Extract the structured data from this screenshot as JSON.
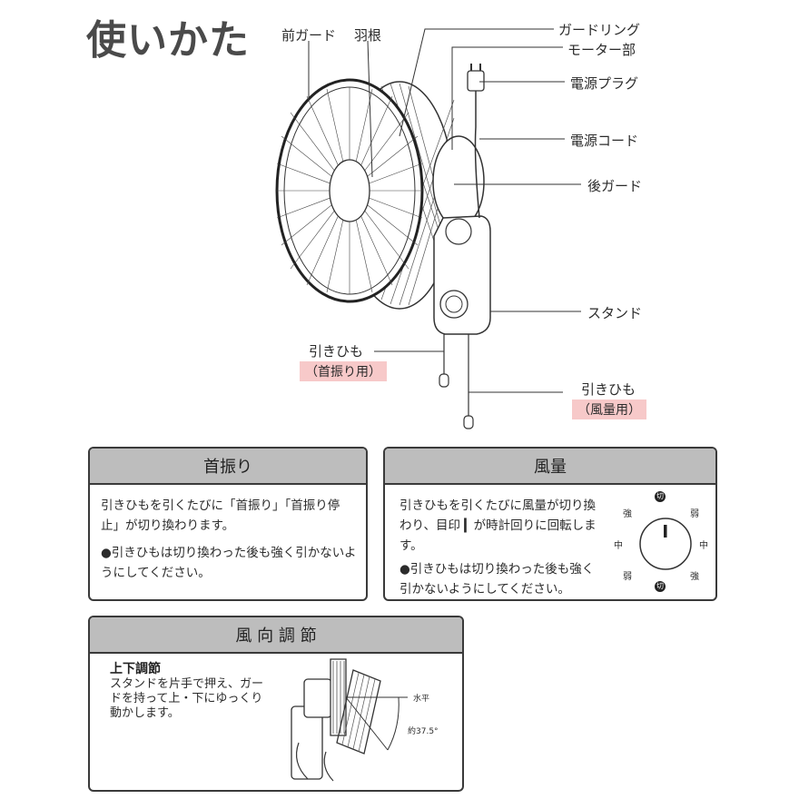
{
  "title": "使いかた",
  "diagram": {
    "labels": {
      "front_guard": "前ガード",
      "blade": "羽根",
      "guard_ring": "ガードリング",
      "motor": "モーター部",
      "plug": "電源プラグ",
      "cord": "電源コード",
      "rear_guard": "後ガード",
      "stand": "スタンド",
      "pull_cord_oscillation": "引きひも",
      "pull_cord_oscillation_tag": "（首振り用）",
      "pull_cord_speed": "引きひも",
      "pull_cord_speed_tag": "（風量用）"
    }
  },
  "oscillation_box": {
    "heading": "首振り",
    "text": "引きひもを引くたびに「首振り」「首振り停止」が切り換わります。",
    "note": "●引きひもは切り換わった後も強く引かないようにしてください。"
  },
  "speed_box": {
    "heading": "風量",
    "text": "引きひもを引くたびに風量が切り換わり、目印 ▎が時計回りに回転します。",
    "note": "●引きひもは切り換わった後も強く引かないようにしてください。",
    "dial": {
      "off": "切",
      "strong": "強",
      "medium": "中",
      "weak": "弱"
    }
  },
  "direction_box": {
    "heading": "風 向 調 節",
    "sub_heading": "上下調節",
    "text": "スタンドを片手で押え、ガードを持って上・下にゆっくり動かします。",
    "horizontal": "水平",
    "angle": "約37.5°"
  }
}
